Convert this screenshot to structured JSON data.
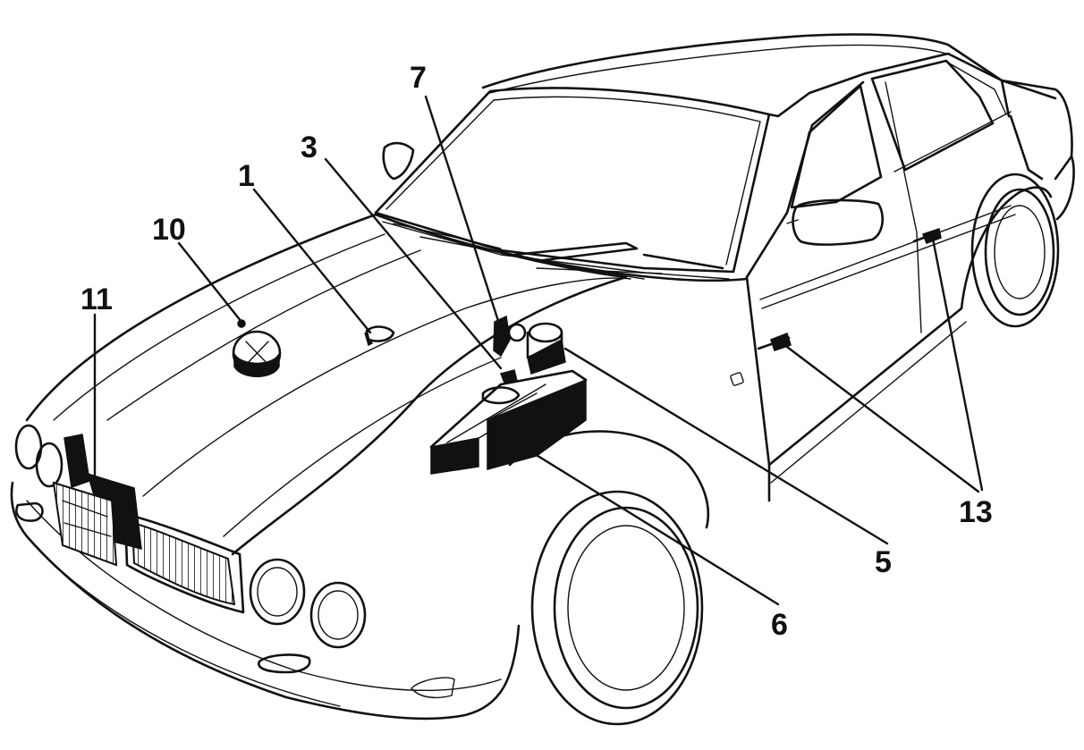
{
  "diagram": {
    "callouts": [
      {
        "id": "c1",
        "label": "1"
      },
      {
        "id": "c3",
        "label": "3"
      },
      {
        "id": "c5",
        "label": "5"
      },
      {
        "id": "c6",
        "label": "6"
      },
      {
        "id": "c7",
        "label": "7"
      },
      {
        "id": "c10",
        "label": "10"
      },
      {
        "id": "c11",
        "label": "11"
      },
      {
        "id": "c13",
        "label": "13"
      }
    ]
  }
}
